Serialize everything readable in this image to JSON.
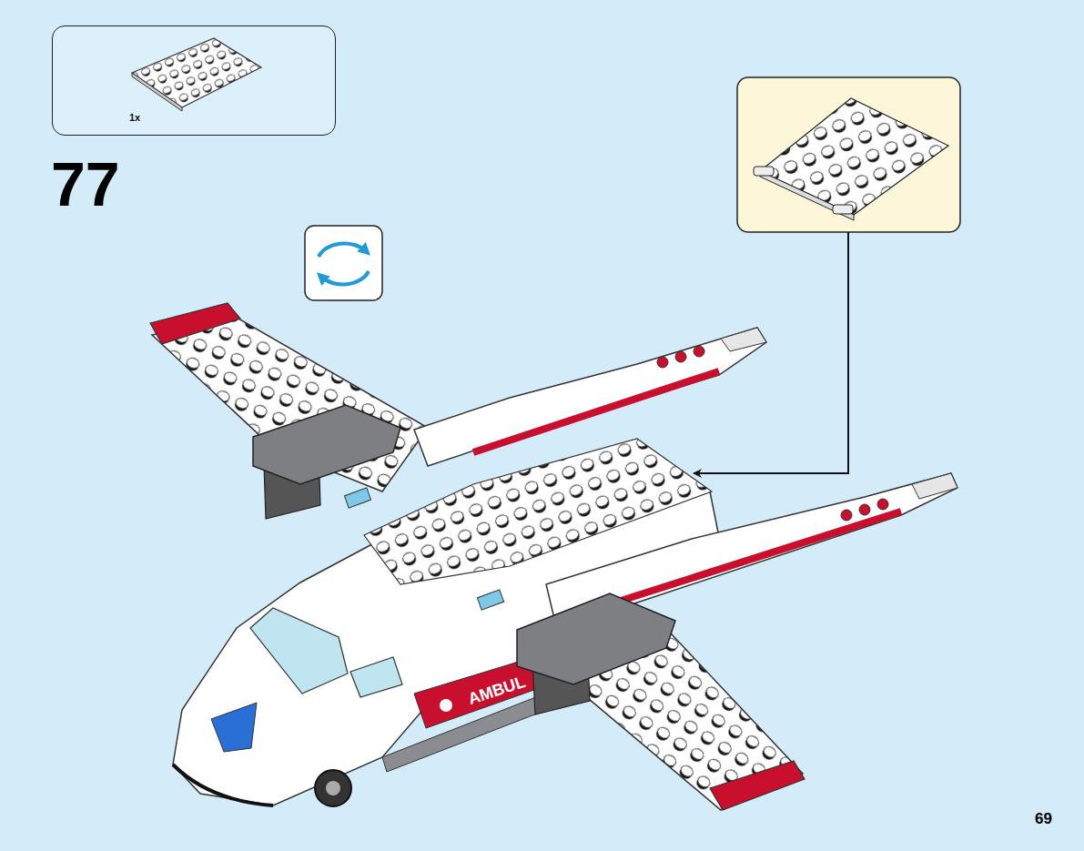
{
  "diagram": {
    "nodes": [
      {
        "text": [
          "1x"
        ]
      }
    ],
    "labels": [
      "77",
      "AMBUL",
      "69"
    ]
  }
}
